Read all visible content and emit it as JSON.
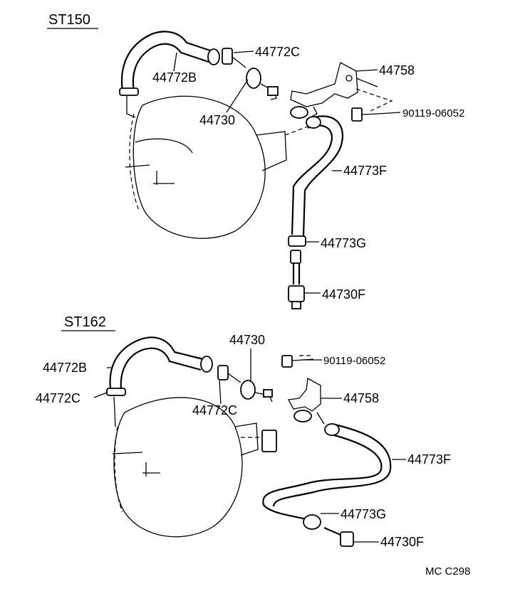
{
  "sections": [
    {
      "title": "ST150",
      "labels": [
        "44772C",
        "44772B",
        "44730",
        "44758",
        "90119-06052",
        "44773F",
        "44773G",
        "44730F"
      ]
    },
    {
      "title": "ST162",
      "labels": [
        "44730",
        "90119-06052",
        "44772B",
        "44772C",
        "44772C",
        "44758",
        "44773F",
        "44773G",
        "44730F"
      ]
    }
  ],
  "diagram_code": "MC C298"
}
